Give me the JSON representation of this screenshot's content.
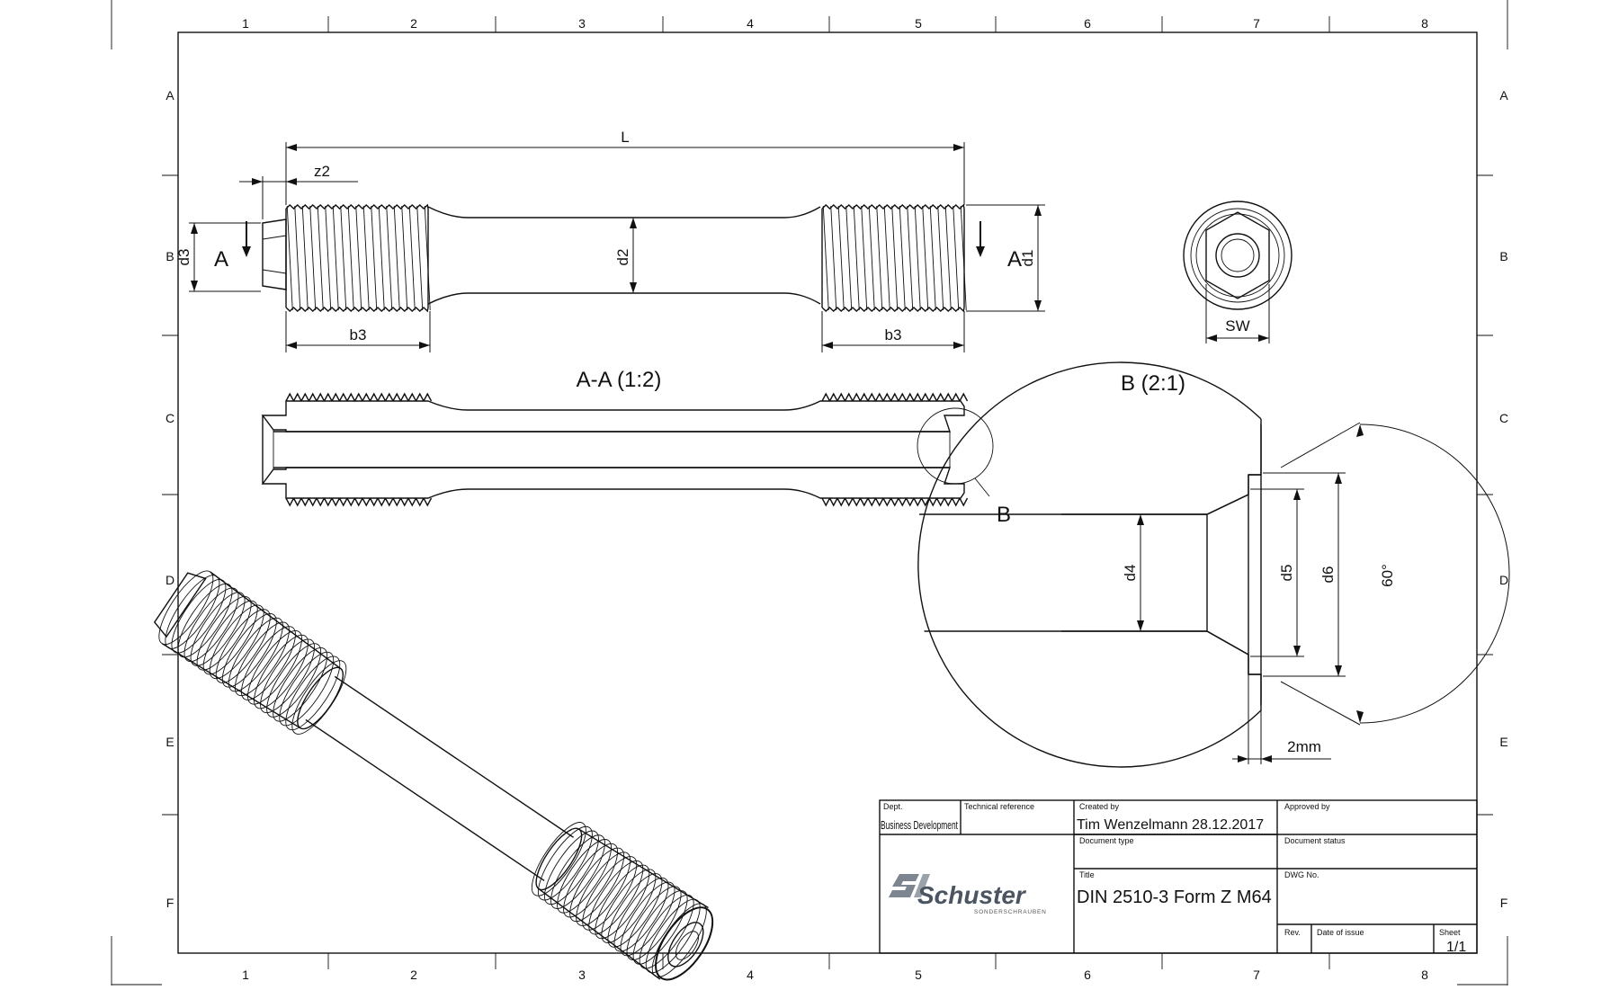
{
  "zones": {
    "columns": [
      "1",
      "2",
      "3",
      "4",
      "5",
      "6",
      "7",
      "8"
    ],
    "rows": [
      "A",
      "B",
      "C",
      "D",
      "E",
      "F"
    ]
  },
  "dimensions": {
    "L": "L",
    "z2": "z2",
    "d3": "d3",
    "d2": "d2",
    "d1": "d1",
    "b3_left": "b3",
    "b3_right": "b3",
    "SW": "SW",
    "d4": "d4",
    "d5": "d5",
    "d6": "d6",
    "angle": "60°",
    "width_2mm": "2mm"
  },
  "views": {
    "section_mark_left": "A",
    "section_mark_right": "A",
    "section_title": "A-A (1:2)",
    "detail_mark": "B",
    "detail_title": "B (2:1)"
  },
  "title_block": {
    "dept_label": "Dept.",
    "dept_value": "Business Development",
    "tech_ref_label": "Technical reference",
    "created_by_label": "Created by",
    "created_by_value": "Tim Wenzelmann  28.12.2017",
    "approved_by_label": "Approved by",
    "document_type_label": "Document type",
    "document_status_label": "Document status",
    "title_label": "Title",
    "title_value": "DIN 2510-3 Form Z  M64",
    "dwg_no_label": "DWG No.",
    "rev_label": "Rev.",
    "date_of_issue_label": "Date of issue",
    "sheet_label": "Sheet",
    "sheet_value": "1/1",
    "logo_text": "Schuster",
    "logo_subtext": "SONDERSCHRAUBEN"
  }
}
